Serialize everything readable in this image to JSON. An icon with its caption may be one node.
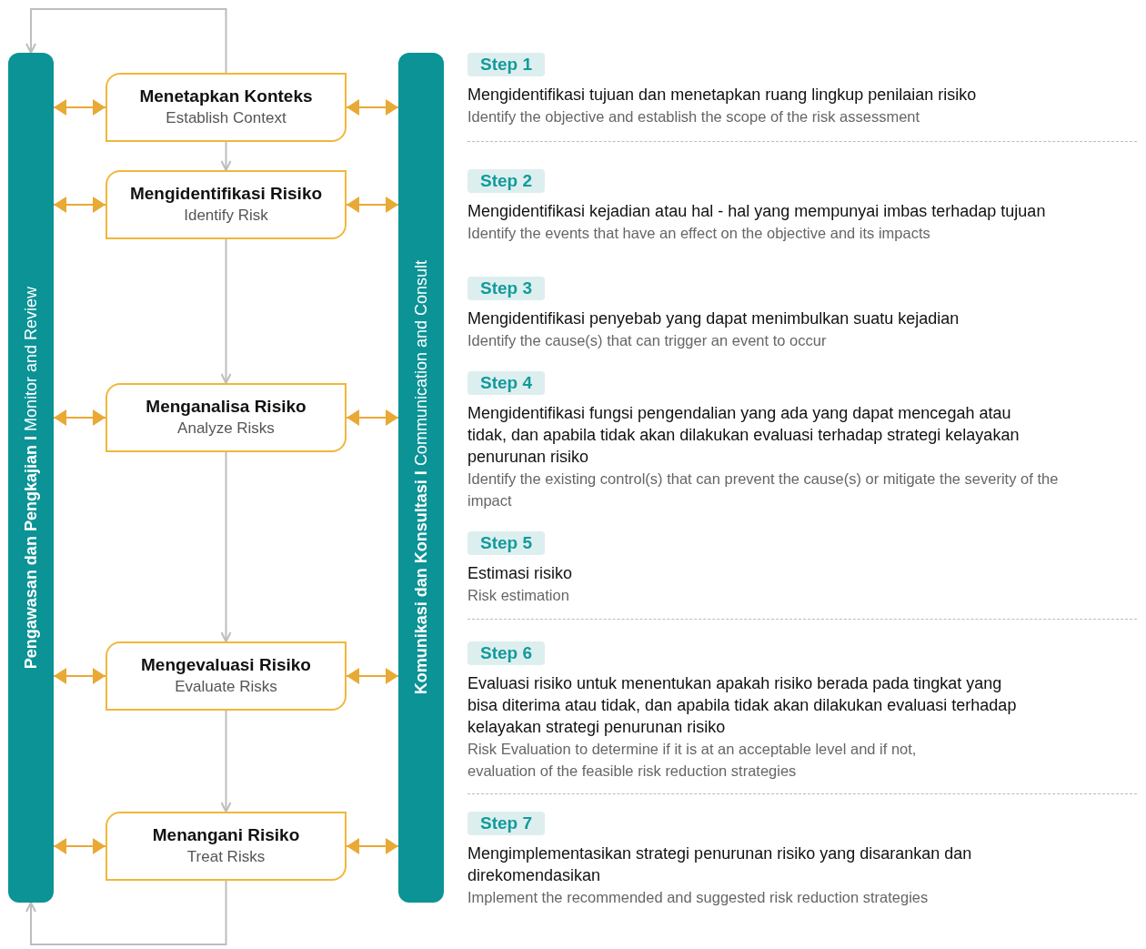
{
  "diagram": {
    "nodes": [
      {
        "text": [
          "**Pengawasan dan Pengkajian I** Monitor and Review"
        ]
      },
      {
        "text": [
          "Menetapkan Konteks",
          "Establish Context"
        ]
      },
      {
        "text": [
          "Mengidentifikasi Risiko",
          "Identify Risk"
        ]
      },
      {
        "text": [
          "Menganalisa Risiko",
          "Analyze Risks"
        ]
      },
      {
        "text": [
          "Mengevaluasi Risiko",
          "Evaluate Risks"
        ]
      },
      {
        "text": [
          "Menangani Risiko",
          "Treat Risks"
        ]
      },
      {
        "text": [
          "**Komunikasi dan Konsultasi I** Communication and Consult"
        ]
      },
      {
        "text": [
          "Step 1"
        ],
        "beside": [
          "Mengidentifikasi tujuan dan menetapkan ruang lingkup penilaian risiko",
          "Identify the objective and establish the scope of the risk assessment"
        ]
      },
      {
        "text": [
          "Step 2"
        ],
        "beside": [
          "Mengidentifikasi kejadian atau hal - hal yang mempunyai imbas terhadap tujuan",
          "Identify the events that have an effect on the objective and its impacts"
        ]
      },
      {
        "text": [
          "Step 3"
        ],
        "beside": [
          "Mengidentifikasi penyebab yang dapat menimbulkan suatu kejadian",
          "Identify the cause(s) that can trigger an event to occur"
        ]
      },
      {
        "text": [
          "Step 4"
        ],
        "beside": [
          "Mengidentifikasi fungsi pengendalian yang ada yang dapat mencegah atau tidak, dan apabila tidak akan dilakukan evaluasi terhadap strategi kelayakan penurunan risiko",
          "Identify the existing control(s) that can prevent the cause(s) or mitigate the severity of the impact"
        ]
      },
      {
        "text": [
          "Step 5"
        ],
        "beside": [
          "Estimasi risiko",
          "Risk estimation"
        ]
      },
      {
        "text": [
          "Step 6"
        ],
        "beside": [
          "Evaluasi risiko untuk menentukan apakah risiko berada pada tingkat yang bisa diterima atau tidak, dan apabila tidak akan dilakukan evaluasi terhadap kelayakan strategi penurunan risiko",
          "Risk Evaluation to determine if it is at an acceptable level and if not, evaluation of the feasible risk reduction strategies"
        ]
      },
      {
        "text": [
          "Step 7"
        ],
        "beside": [
          "Mengimplementasikan strategi penurunan risiko yang disarankan dan direkomendasikan",
          "Implement the recommended and suggested risk reduction strategies"
        ]
      }
    ],
    "edges": [
      {
        "from": 1,
        "to": 2,
        "arrow": "to",
        "color": "#bdbdbd"
      },
      {
        "from": 2,
        "to": 3,
        "arrow": "to",
        "color": "#bdbdbd"
      },
      {
        "from": 3,
        "to": 4,
        "arrow": "to",
        "color": "#bdbdbd"
      },
      {
        "from": 4,
        "to": 5,
        "arrow": "to",
        "color": "#bdbdbd"
      },
      {
        "from": 1,
        "to": 0,
        "arrow": "to",
        "color": "#bdbdbd"
      },
      {
        "from": 5,
        "to": 0,
        "arrow": "to",
        "color": "#bdbdbd"
      },
      {
        "from": 0,
        "to": 1,
        "arrow": "both"
      },
      {
        "from": 0,
        "to": 2,
        "arrow": "both"
      },
      {
        "from": 0,
        "to": 3,
        "arrow": "both"
      },
      {
        "from": 0,
        "to": 4,
        "arrow": "both"
      },
      {
        "from": 0,
        "to": 5,
        "arrow": "both"
      },
      {
        "from": 1,
        "to": 6,
        "arrow": "both"
      },
      {
        "from": 2,
        "to": 6,
        "arrow": "both"
      },
      {
        "from": 3,
        "to": 6,
        "arrow": "both"
      },
      {
        "from": 4,
        "to": 6,
        "arrow": "both"
      },
      {
        "from": 5,
        "to": 6,
        "arrow": "both"
      }
    ]
  }
}
